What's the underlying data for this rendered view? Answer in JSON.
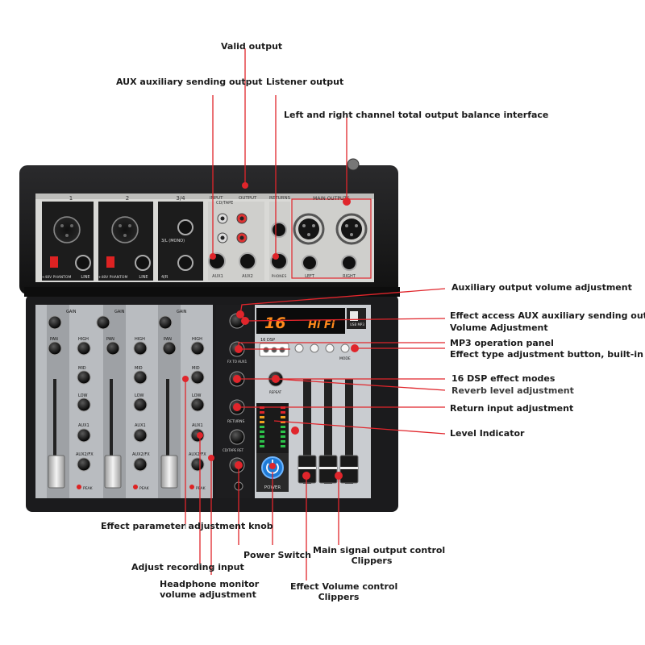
{
  "labels": {
    "valid_output": "Valid output",
    "aux_sending_output": "AUX auxiliary sending output",
    "listener_output": "Listener output",
    "balance_interface": "Left and right channel total output balance interface",
    "aux_output_volume": "Auxiliary output volume adjustment",
    "effect_access_aux": "Effect access AUX auxiliary sending output",
    "volume_adjustment": "Volume Adjustment",
    "mp3_panel": "MP3 operation panel",
    "effect_type_button": "Effect type adjustment button, built-in",
    "dsp_modes": "16 DSP effect modes",
    "reverb_level": "Reverb level adjustment",
    "return_input": "Return input adjustment",
    "level_indicator": "Level Indicator",
    "effect_param_knob": "Effect parameter adjustment knob",
    "adjust_recording_input": "Adjust recording input",
    "power_switch": "Power Switch",
    "main_signal_line1": "Main signal output control",
    "main_signal_line2": "Clippers",
    "headphone_line1": "Headphone monitor",
    "headphone_line2": "volume adjustment",
    "effect_volume_line1": "Effect Volume control",
    "effect_volume_line2": "Clippers"
  },
  "panel": {
    "channel_1": "1",
    "channel_2": "2",
    "channel_34": "3/4",
    "input": "INPUT",
    "output": "OUTPUT",
    "cd_tape": "CD/TAPE",
    "returns": "RETURNS",
    "main_outputs": "MAIN OUTPUTS",
    "line": "LINE",
    "phantom": "+48V PHANTOM",
    "l_mono": "3/L (MONO)",
    "r_4": "4/R",
    "aux1": "AUX1",
    "aux2": "AUX2",
    "phones": "PHONES",
    "left": "LEFT",
    "right": "RIGHT",
    "gain": "GAIN",
    "pan": "PAN",
    "high": "HIGH",
    "mid": "MID",
    "low": "LOW",
    "aux1_knob": "AUX1",
    "aux2_fx": "AUX2/FX",
    "peak": "PEAK",
    "display_number": "16",
    "display_text": "Hi Fi",
    "dsp_button": "16 DSP",
    "power": "POWER",
    "fx_to_aux1": "FX TO AUX1",
    "repeat": "REPEAT",
    "returns_knob": "RETURNS",
    "cd_tape_ret": "CD/TAPE RET",
    "usb": "USB MP3",
    "mode": "MODE"
  },
  "colors": {
    "callout": "#e0252b",
    "device_body": "#1b1b1d",
    "rear_panel": "#d9d9d6",
    "front_panel": "#b9bcc0",
    "display_digits": "#ff8a1c"
  }
}
